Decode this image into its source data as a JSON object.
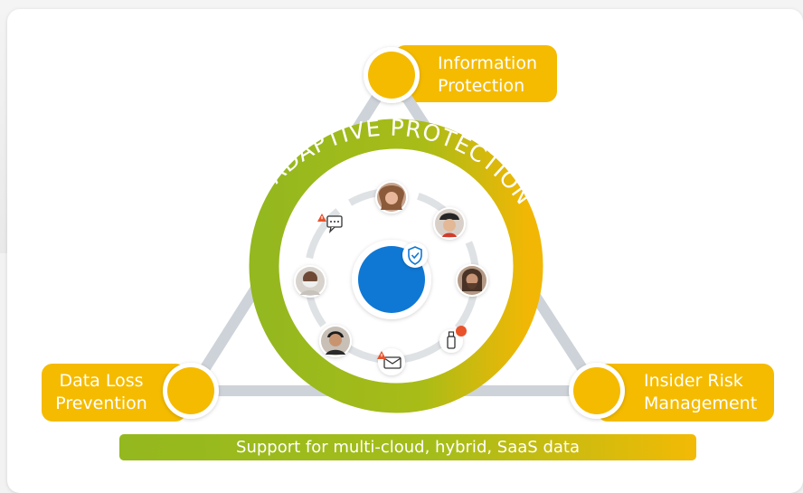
{
  "ring": {
    "title": "ADAPTIVE  PROTECTION"
  },
  "solutions": {
    "information_protection": "Information\nProtection",
    "data_loss_prevention": "Data Loss\nPrevention",
    "insider_risk_management": "Insider Risk\nManagement"
  },
  "footer": {
    "support_text": "Support for multi-cloud, hybrid, SaaS data"
  },
  "icons": [
    "shield-check-icon",
    "chat-warning-icon",
    "mail-warning-icon",
    "usb-drive-icon",
    "alert-dot-icon"
  ],
  "colors": {
    "accent_yellow": "#f5bb00",
    "ring_green": "#94b81f",
    "center_blue": "#0f78d4",
    "triangle_gray": "#cdd3d9",
    "warning_orange": "#e8532b"
  }
}
